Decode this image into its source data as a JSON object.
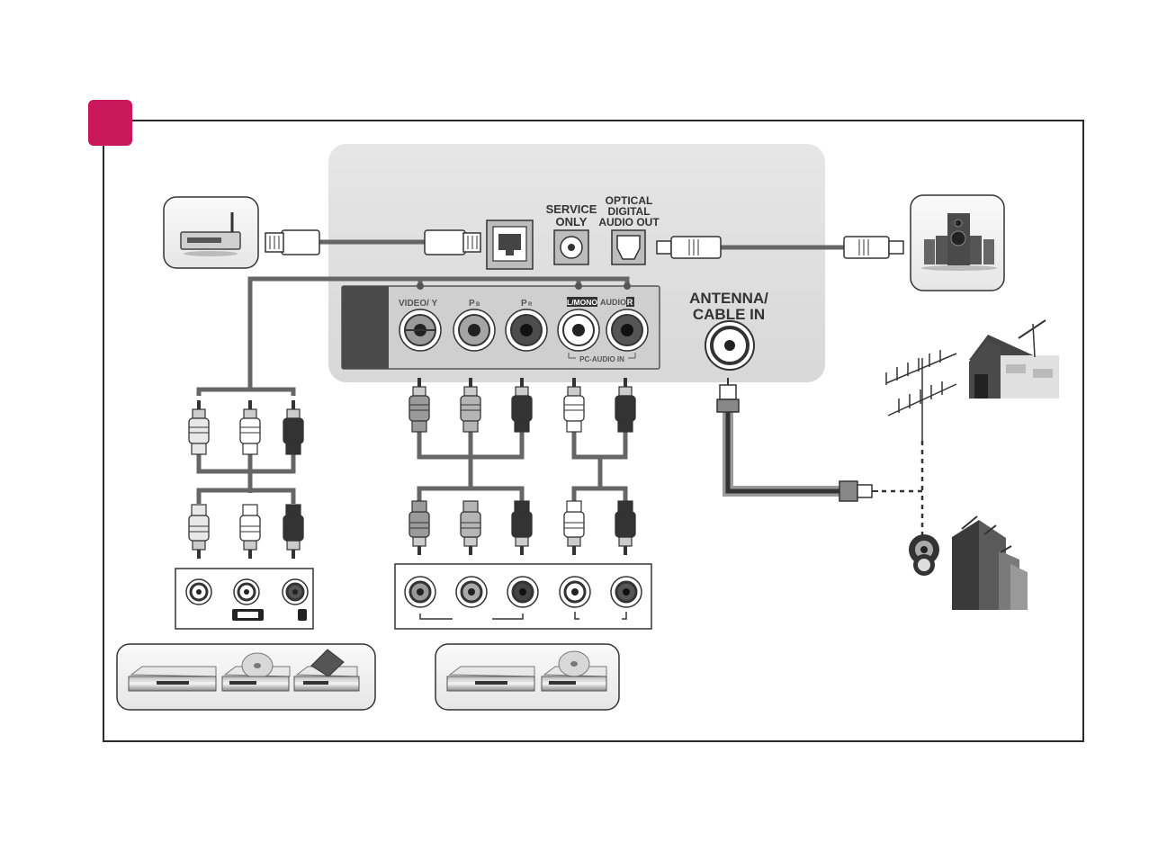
{
  "colors": {
    "badge": "#c8175a",
    "panel": "#e3e3e3",
    "cable": "#666666",
    "frame": "#2a2a2a"
  },
  "tv_panel": {
    "service_label_1": "SERVICE",
    "service_label_2": "ONLY",
    "optical_label_1": "OPTICAL",
    "optical_label_2": "DIGITAL",
    "optical_label_3": "AUDIO OUT",
    "antenna_label_1": "ANTENNA/",
    "antenna_label_2": "CABLE IN",
    "jack_labels": {
      "video_y": "VIDEO/  Y",
      "pb_main": "P",
      "pb_sub": "B",
      "pr_main": "P",
      "pr_sub": "R",
      "l_mono": "L/MONO",
      "audio": "AUDIO",
      "r": "R",
      "pc_audio_in": "PC-AUDIO IN"
    }
  },
  "icons": {
    "router": "router-icon",
    "speakers": "speaker-system-icon",
    "antenna": "roof-antenna-icon",
    "cable_wall": "cable-wall-outlet-icon",
    "building": "apartment-building-icon",
    "dvd_player": "dvd-player-icon",
    "disc": "disc-icon",
    "vcr": "vcr-icon"
  }
}
